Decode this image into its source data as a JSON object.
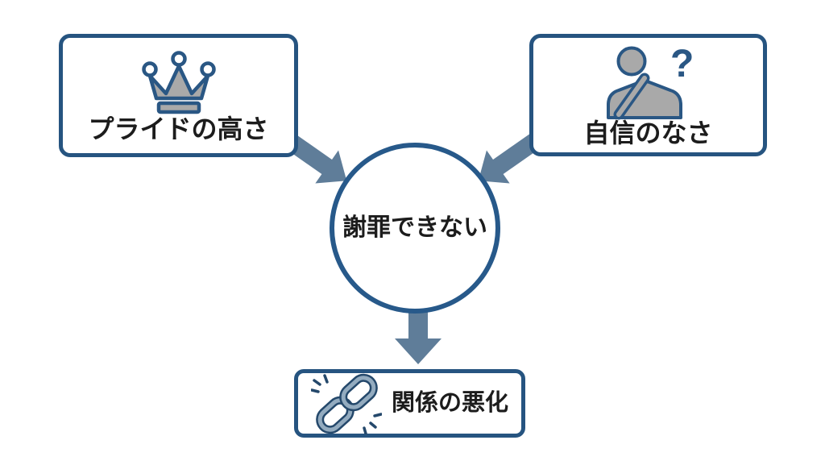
{
  "diagram": {
    "background": "#ffffff",
    "colors": {
      "box-border": "#265480",
      "circle-border": "#27598a",
      "arrow": "#5f7d99",
      "icon-gray": "#a9a9a9",
      "icon-outline": "#2a5784",
      "chain-fill": "#93abbf",
      "chain-outline": "#24486b",
      "text": "#1c1c1c"
    },
    "nodes": {
      "cause_left": {
        "label": "プライドの高さ",
        "icon": "crown-icon"
      },
      "cause_right": {
        "label": "自信のなさ",
        "icon": "thinking-person-icon"
      },
      "center": {
        "label": "謝罪できない"
      },
      "result": {
        "label": "関係の悪化",
        "icon": "broken-chain-icon"
      }
    },
    "edges": [
      {
        "from": "cause_left",
        "to": "center"
      },
      {
        "from": "cause_right",
        "to": "center"
      },
      {
        "from": "center",
        "to": "result"
      }
    ],
    "question_mark": "?"
  }
}
